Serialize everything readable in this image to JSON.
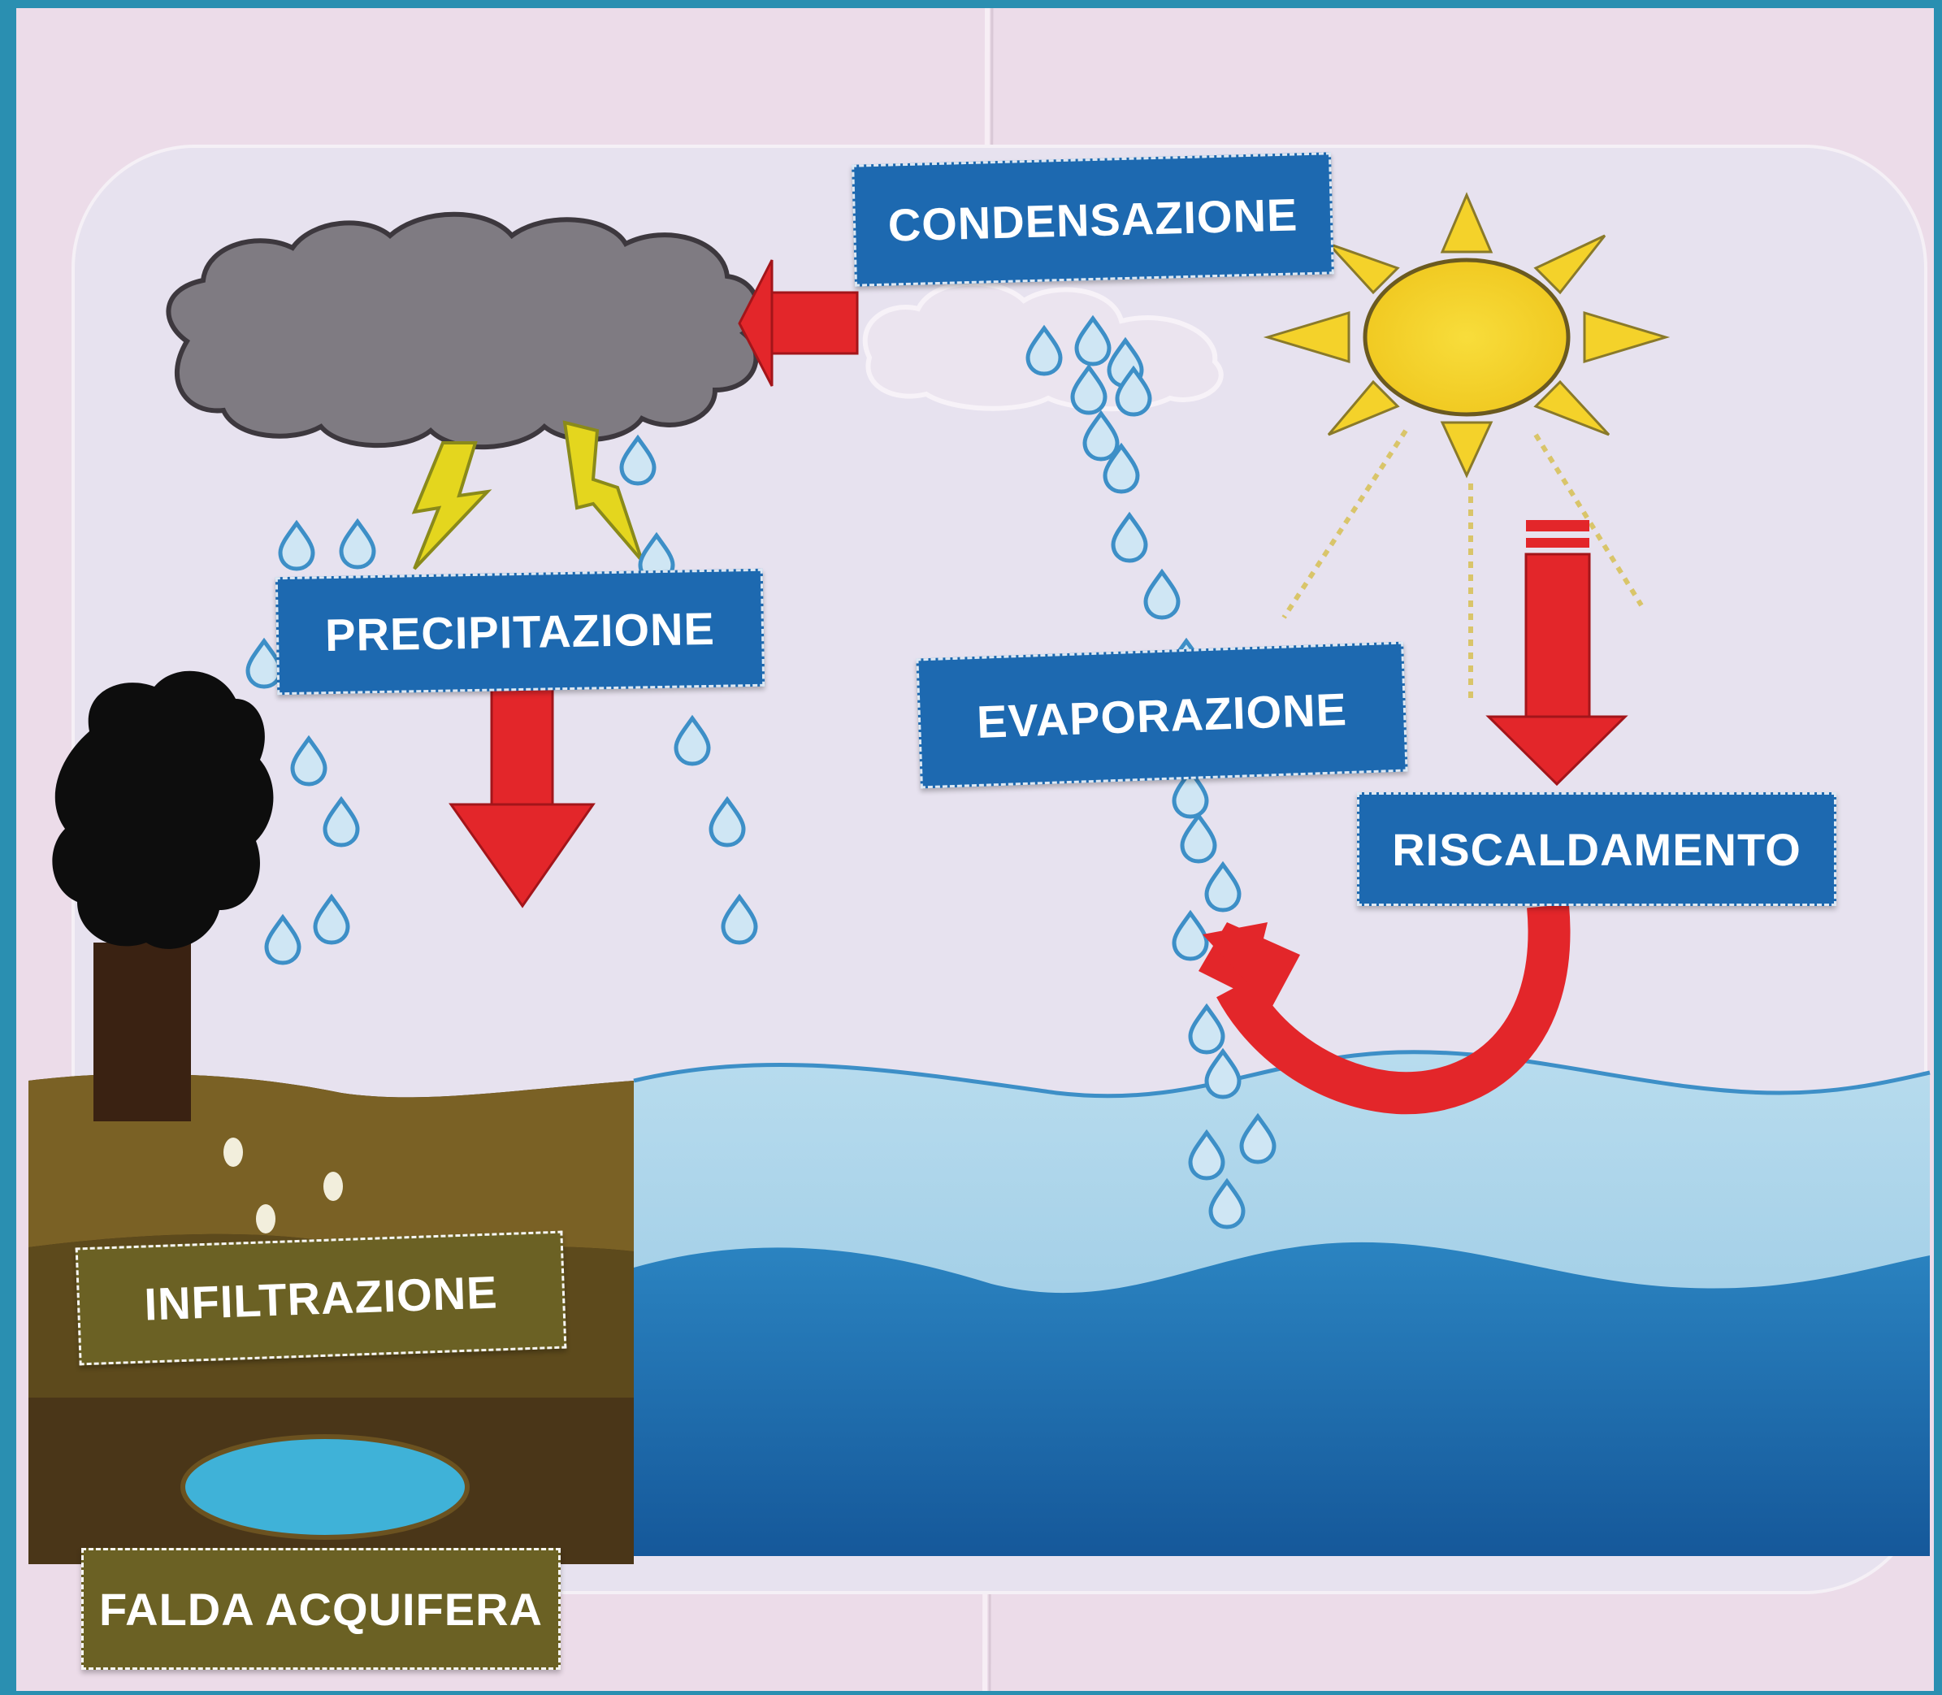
{
  "labels": {
    "condensazione": "CONDENSAZIONE",
    "precipitazione": "PRECIPITAZIONE",
    "evaporazione": "EVAPORAZIONE",
    "riscaldamento": "RISCALDAMENTO",
    "infiltrazione": "INFILTRAZIONE",
    "falda": "FALDA ACQUIFERA"
  },
  "colors": {
    "background": "#2a8fb1",
    "paper": "#ecdce9",
    "label_blue": "#1d69b0",
    "label_olive": "#6b6124",
    "arrow_red": "#e3262a",
    "cloud_gray": "#7f7b82",
    "sun_yellow": "#f4d22a",
    "sea_light": "#9ccbe5",
    "sea_dark": "#1b6ba9",
    "soil": "#5b421d",
    "aquifer": "#3fb2d8"
  },
  "icons": [
    "storm-cloud-icon",
    "lightning-icon",
    "sun-icon",
    "tree-icon",
    "water-drop-icon",
    "arrow-icon"
  ]
}
